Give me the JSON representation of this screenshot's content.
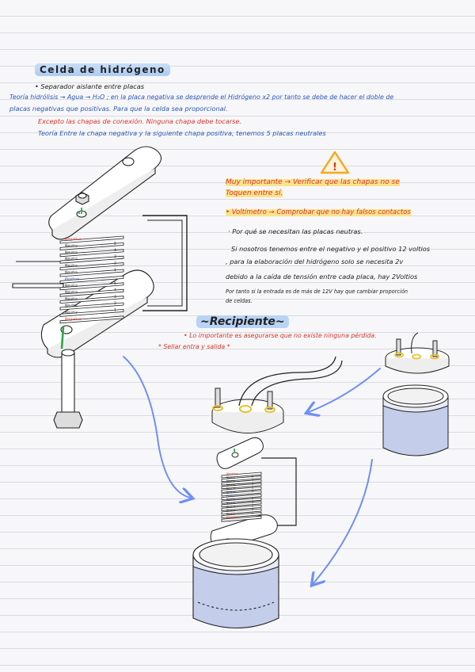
{
  "title": "Celda de hidrógeno",
  "lines": {
    "separador": "• Separador aislante entre placas",
    "teoria1_a": "Teoría hidrólisis → Agua → H₂O ; en la placa negativa se desprende el Hidrógeno x2 por tanto se debe de hacer el doble de",
    "teoria1_b": "placas negativas que positivas. Para que la celda sea proporcional.",
    "excepto": "Excepto las chapas de conexión. Ninguna chapa debe tocarse.",
    "teoria2": "Teoría Entre la chapa negativa y la siguiente chapa positiva, tenemos 5 placas neutrales"
  },
  "notes": {
    "importante_a": "Muy importante → Verificar que las chapas no se",
    "importante_b": "Toquen entre sí.",
    "voltimetro": "• Voltímetro → Comprobar que no hay falsos contactos",
    "porque": "· Por qué se necesitan las placas neutras.",
    "si_a": "Si nosotros tenemos entre el negativo y el positivo 12 voltios",
    "si_b": ", para la elaboración del hidrógeno solo se necesita 2v",
    "si_c": "debido a la caída de tensión entre cada placa, hay 2Voltios",
    "portanto_a": "Por tanto si la entrada es de más de 12V hay que cambiar proporción",
    "portanto_b": "de celdas."
  },
  "recipiente": {
    "title": "~Recipiente~",
    "importante": "• Lo importante es asegurarse que no existe ninguna pérdida.",
    "sellar": "* Sellar entra y salida *"
  },
  "stack_labels": {
    "negativa_top": "Negativa",
    "positiva": "Positiva",
    "negativa_bottom": "Negativa",
    "neutra": "Neutra",
    "numbers_top": [
      "5",
      "4",
      "3",
      "2",
      "1"
    ],
    "numbers_bottom": [
      "5",
      "4",
      "3",
      "2",
      "1"
    ]
  },
  "colors": {
    "ink": "#222222",
    "blue_ink": "#2a58b8",
    "red_ink": "#d8342a",
    "highlight_yellow": "#fbe38e",
    "highlight_blue": "#b9d3f5",
    "arrow_blue": "#6f8ff5",
    "green": "#2ea84a",
    "jar_water": "#c4cdea",
    "warning_orange": "#f5a623"
  },
  "icons": [
    "warning-icon",
    "arrow-icon",
    "bolt-icon",
    "nut-icon"
  ]
}
